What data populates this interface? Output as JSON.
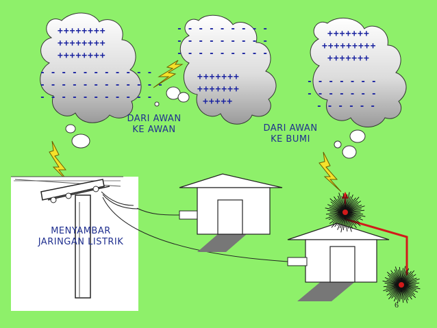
{
  "labels": {
    "cloud_to_cloud": "DARI AWAN\nKE AWAN",
    "cloud_to_ground": "DARI AWAN\nKE BUMI",
    "strike_network": "MENYAMBAR\nJARINGAN LISTRIK"
  },
  "charges": {
    "cloud1_plus": [
      "++++++++",
      "++++++++",
      "++++++++"
    ],
    "cloud1_minus": [
      "- - - - - - - - - - -",
      "- - - - - - - - - - - -",
      "- - - - - - - - - - -"
    ],
    "cloud2_minus": [
      "- - - - - - - - -",
      "- - - - - - - - -",
      "- - - - - - - - -"
    ],
    "cloud2_plus": [
      "+++++++",
      "+++++++",
      "+++++"
    ],
    "cloud3_plus": [
      "+++++++",
      "+++++++++",
      "+++++++"
    ],
    "cloud3_minus": [
      "- - - - - - -",
      "- - - - - - -",
      "- - - - - -"
    ]
  },
  "slide_number": "6",
  "colors": {
    "background": "#8ef06a",
    "charge_text": "#1a23a0",
    "label_text": "#1f2f8f",
    "lightning": "#f4e12a",
    "ground_wire": "#d11a1a"
  },
  "icons": [
    "cloud-icon",
    "lightning-bolt-icon",
    "house-icon",
    "utility-pole-icon",
    "spark-burst-icon"
  ]
}
